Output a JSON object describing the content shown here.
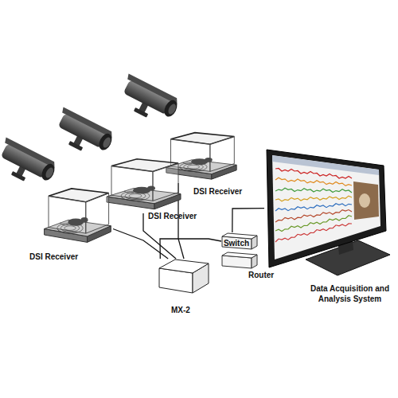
{
  "diagram": {
    "nodes": [
      {
        "text": [
          "DSI Receiver"
        ]
      },
      {
        "text": [
          "DSI Receiver"
        ]
      },
      {
        "text": [
          "DSI Receiver"
        ]
      },
      {
        "text": [
          "Switch"
        ]
      },
      {
        "text": [
          "Router"
        ]
      },
      {
        "text": [
          "MX-2"
        ]
      },
      {
        "text": [
          "Data Acquisition and Analysis System"
        ]
      }
    ],
    "edges": [
      {
        "from": 0,
        "to": 5,
        "arrow": "none"
      },
      {
        "from": 1,
        "to": 5,
        "arrow": "none"
      },
      {
        "from": 2,
        "to": 5,
        "arrow": "none"
      },
      {
        "from": 5,
        "to": 3,
        "arrow": "none"
      },
      {
        "from": 3,
        "to": 6,
        "arrow": "none"
      }
    ]
  }
}
